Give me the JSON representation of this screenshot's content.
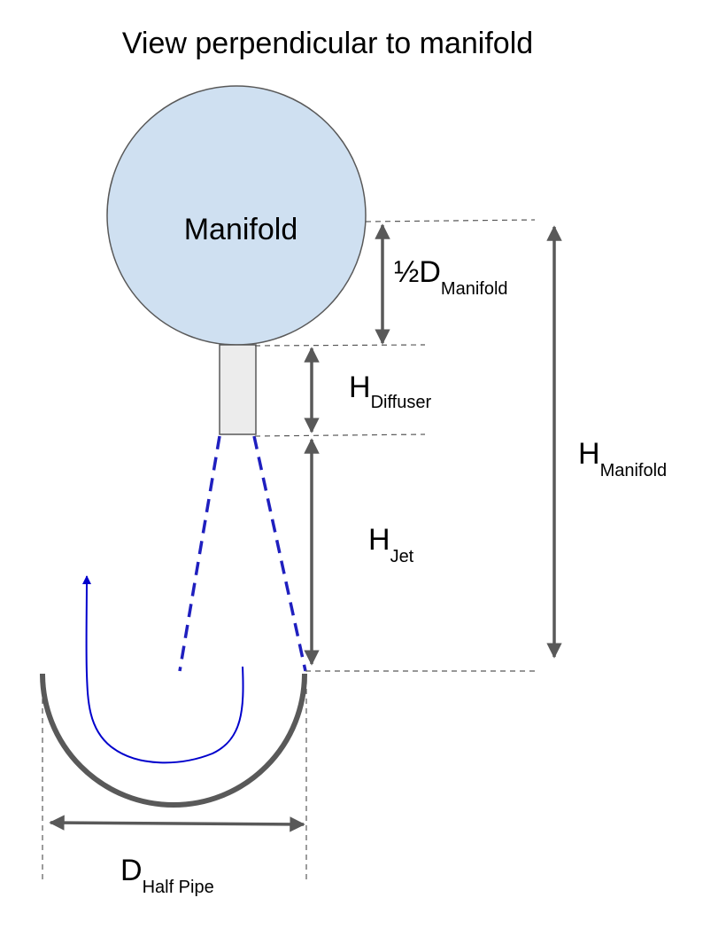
{
  "title": "View perpendicular to manifold",
  "manifold_label": "Manifold",
  "labels": {
    "half_d_manifold": {
      "main": "½D",
      "sub": "Manifold"
    },
    "h_diffuser": {
      "main": "H",
      "sub": "Diffuser"
    },
    "h_jet": {
      "main": "H",
      "sub": "Jet"
    },
    "h_manifold": {
      "main": "H",
      "sub": "Manifold"
    },
    "d_half_pipe": {
      "main": "D",
      "sub": "Half Pipe"
    }
  },
  "colors": {
    "manifold_fill": "#cfe0f1",
    "diffuser_fill": "#ececec",
    "jet_dash": "#1f1fbf",
    "flow_arrow": "#0000cc",
    "dimension": "#595959"
  }
}
